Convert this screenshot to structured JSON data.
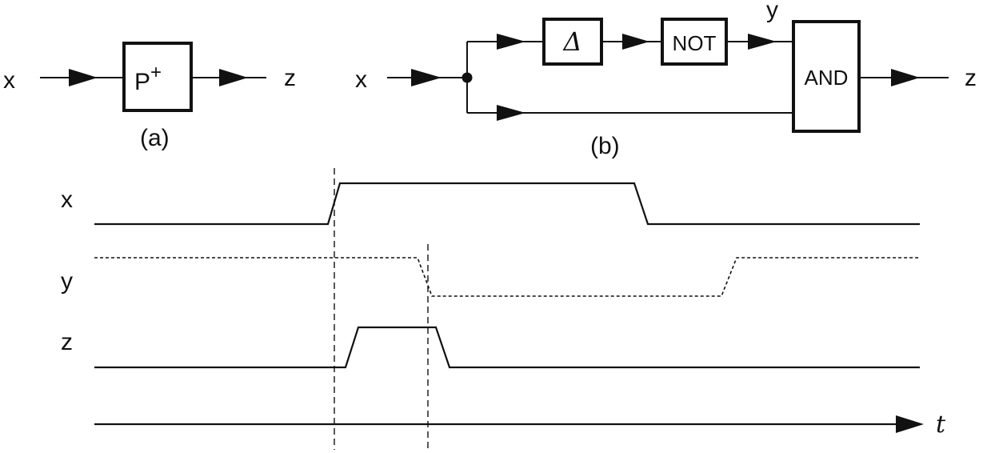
{
  "diagram_a": {
    "input_label": "x",
    "block_label": "P",
    "block_superscript": "+",
    "output_label": "z",
    "caption": "(a)"
  },
  "diagram_b": {
    "input_label": "x",
    "delay_label": "Δ",
    "not_label": "NOT",
    "y_label": "y",
    "and_label": "AND",
    "output_label": "z",
    "caption": "(b)"
  },
  "timing": {
    "signals": [
      {
        "name": "x",
        "style": "solid"
      },
      {
        "name": "y",
        "style": "dashed"
      },
      {
        "name": "z",
        "style": "solid"
      }
    ],
    "time_axis_label": "t"
  }
}
